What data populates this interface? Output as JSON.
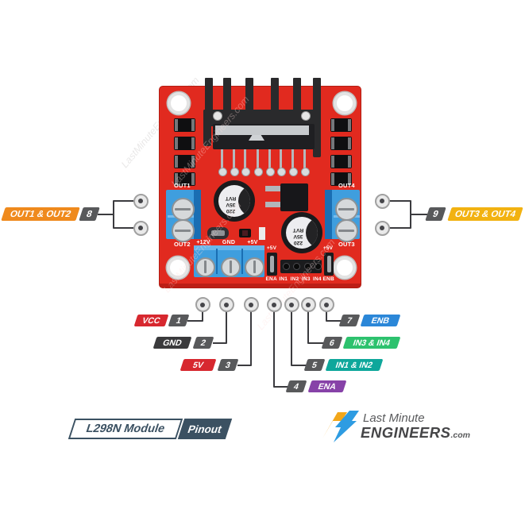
{
  "watermark": "LastMinuteEngineers.com",
  "board": {
    "silk": {
      "out1": "OUT1",
      "out2": "OUT2",
      "out3": "OUT3",
      "out4": "OUT4",
      "v12": "+12V",
      "gnd": "GND",
      "v5": "+5V",
      "ena_5v": "+5V",
      "enb_5v": "+5V",
      "ena": "ENA",
      "in1": "IN1",
      "in2": "IN2",
      "in3": "IN3",
      "in4": "IN4",
      "enb": "ENB"
    },
    "capacitor": {
      "line1": "220",
      "line2": "35V",
      "line3": "RVT"
    }
  },
  "callouts": {
    "out12": {
      "number": "8",
      "label": "OUT1 & OUT2",
      "color": "#ef8a1d"
    },
    "out34": {
      "number": "9",
      "label": "OUT3 & OUT4",
      "color": "#f2b211"
    },
    "number_badge_color": "#58595b",
    "pins": [
      {
        "number": "1",
        "label": "VCC",
        "color": "#d7282f"
      },
      {
        "number": "2",
        "label": "GND",
        "color": "#3a3a3c"
      },
      {
        "number": "3",
        "label": "5V",
        "color": "#d7282f"
      },
      {
        "number": "4",
        "label": "ENA",
        "color": "#8742a8"
      },
      {
        "number": "5",
        "label": "IN1 & IN2",
        "color": "#0ea79b"
      },
      {
        "number": "6",
        "label": "IN3 & IN4",
        "color": "#2dc26e"
      },
      {
        "number": "7",
        "label": "ENB",
        "color": "#2b87d8"
      }
    ]
  },
  "footer": {
    "title_badge": {
      "module": "L298N Module",
      "pinout": "Pinout"
    },
    "logo": {
      "top": "Last Minute",
      "bottom": "ENGINEERS",
      "tld": ".com"
    }
  },
  "colors": {
    "board_red": "#e12a1f",
    "terminal_blue": "#3f9ede",
    "badge_slate": "#3b5162",
    "logo_orange": "#f2a71b",
    "logo_blue": "#2e9ce2"
  }
}
